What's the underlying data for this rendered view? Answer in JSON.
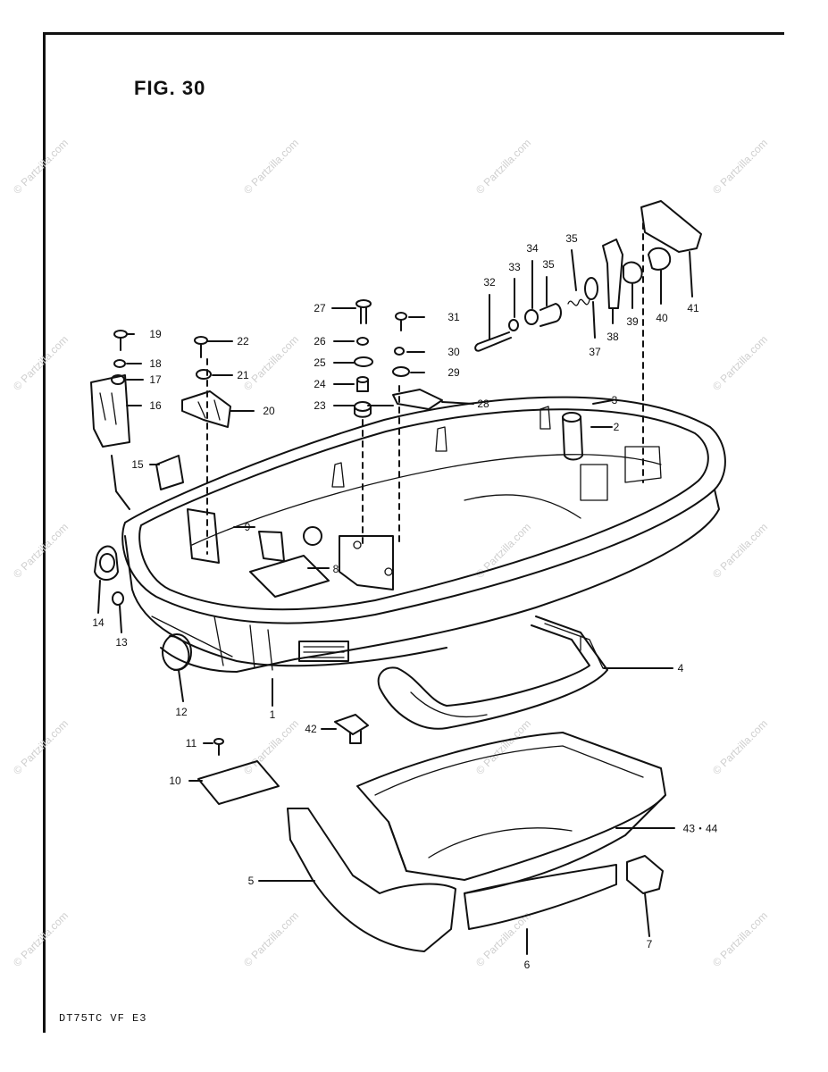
{
  "figure": {
    "title": "FIG. 30"
  },
  "footer": {
    "model_code": "DT75TC VF E3"
  },
  "watermark": {
    "text": "© Partzilla.com"
  },
  "part_labels": {
    "p1": "1",
    "p2": "2",
    "p3": "3",
    "p4": "4",
    "p5": "5",
    "p6": "6",
    "p7": "7",
    "p8": "8",
    "p9": "9",
    "p10": "10",
    "p11": "11",
    "p12": "12",
    "p13": "13",
    "p14": "14",
    "p15": "15",
    "p16": "16",
    "p17": "17",
    "p18": "18",
    "p19": "19",
    "p20": "20",
    "p21": "21",
    "p22": "22",
    "p23": "23",
    "p24": "24",
    "p25": "25",
    "p26": "26",
    "p27": "27",
    "p28": "28",
    "p29": "29",
    "p30": "30",
    "p31": "31",
    "p32": "32",
    "p33": "33",
    "p34": "34",
    "p35a": "35",
    "p35b": "35",
    "p37": "37",
    "p38": "38",
    "p39": "39",
    "p40": "40",
    "p41": "41",
    "p42": "42",
    "p4344": "43・44"
  }
}
